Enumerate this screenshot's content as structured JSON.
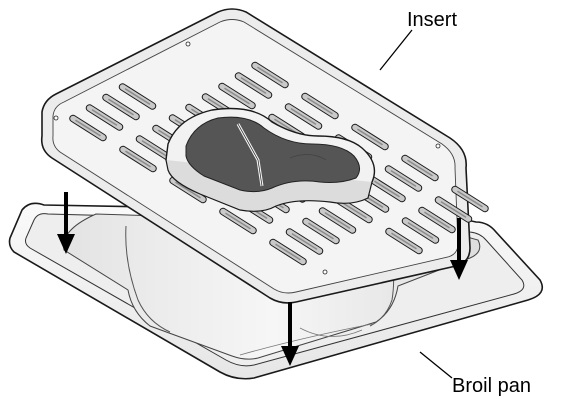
{
  "labels": {
    "insert": "Insert",
    "broil_pan": "Broil pan"
  },
  "colors": {
    "outline": "#1a1a1a",
    "pan_fill": "#f3f3f3",
    "pan_inner": "#e9e9e9",
    "insert_fill": "#ededed",
    "slot_fill": "#c9c9c9",
    "slot_inner": "#8c8c8c",
    "steak_meat": "#555555",
    "steak_fat": "#f2f2f2",
    "arrow": "#000000"
  },
  "icons": [
    "steak",
    "down-arrow"
  ]
}
